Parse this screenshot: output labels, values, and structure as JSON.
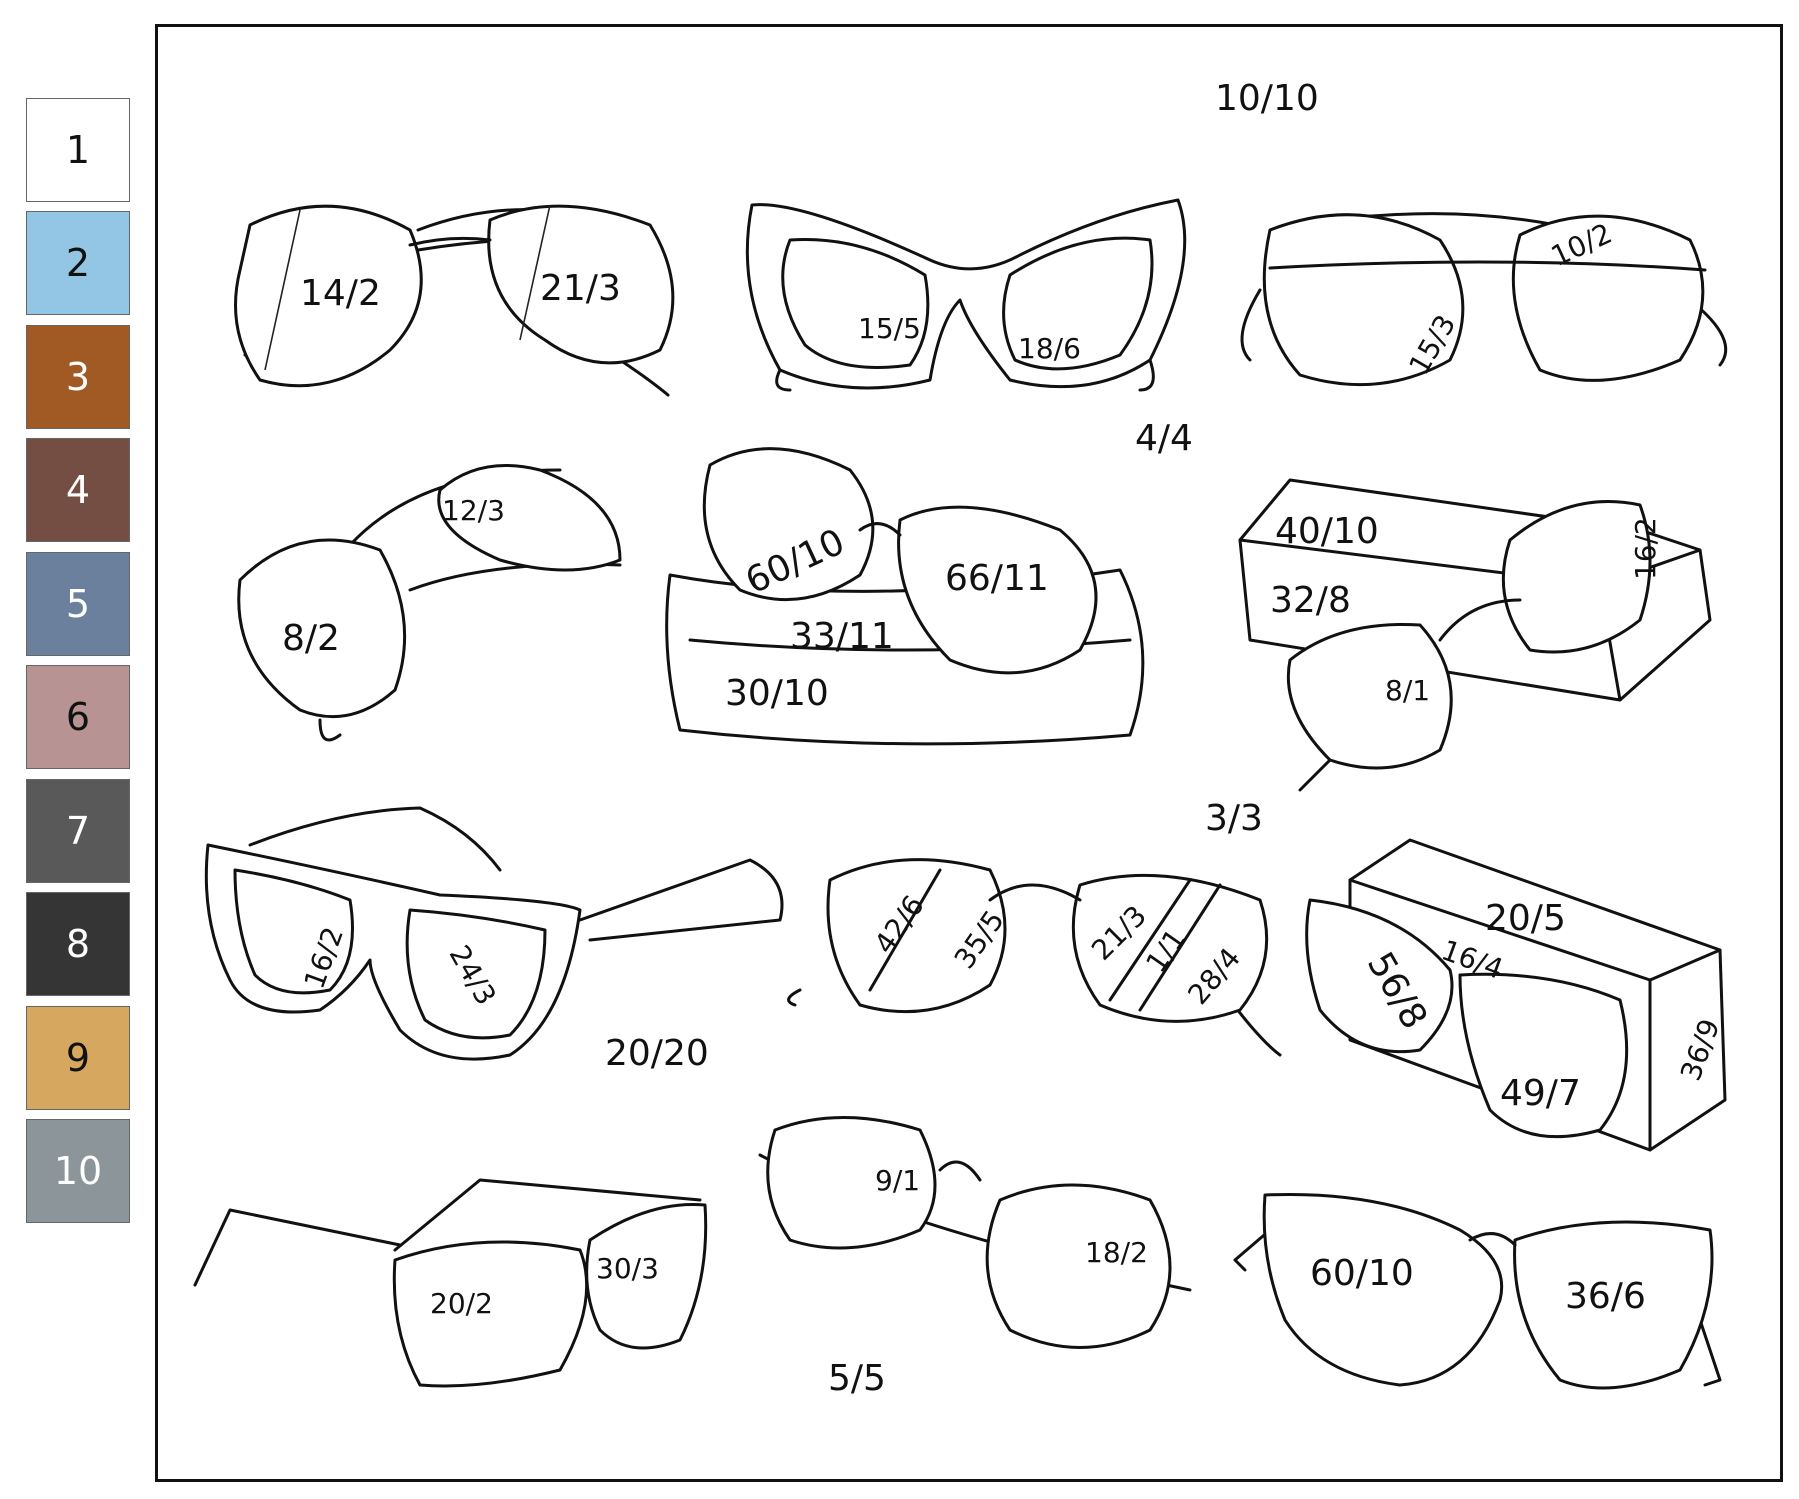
{
  "palette": [
    {
      "num": "1",
      "color": "#ffffff",
      "text": "#111111"
    },
    {
      "num": "2",
      "color": "#93c6e4",
      "text": "#111111"
    },
    {
      "num": "3",
      "color": "#a25a24",
      "text": "#ffffff"
    },
    {
      "num": "4",
      "color": "#744e42",
      "text": "#ffffff"
    },
    {
      "num": "5",
      "color": "#6a809c",
      "text": "#ffffff"
    },
    {
      "num": "6",
      "color": "#b89394",
      "text": "#111111"
    },
    {
      "num": "7",
      "color": "#595959",
      "text": "#ffffff"
    },
    {
      "num": "8",
      "color": "#353535",
      "text": "#ffffff"
    },
    {
      "num": "9",
      "color": "#d6a75f",
      "text": "#111111"
    },
    {
      "num": "10",
      "color": "#8c9599",
      "text": "#ffffff"
    }
  ],
  "regions": {
    "bg_top": "10/10",
    "bg_4_4": "4/4",
    "bg_3_3": "3/3",
    "bg_20_20": "20/20",
    "bg_5_5": "5/5",
    "aviator1_left": "14/2",
    "aviator1_right": "21/3",
    "cateye_left": "15/5",
    "cateye_right": "18/6",
    "round1_right": "10/2",
    "round1_left": "15/3",
    "folded_top": "12/3",
    "folded_bottom": "8/2",
    "pouch_lens_left": "60/10",
    "pouch_lens_right": "66/11",
    "pouch_top": "33/11",
    "pouch_front": "30/10",
    "box1_top": "40/10",
    "box1_front": "32/8",
    "box1_lens_top": "16/2",
    "box1_lens_bottom": "8/1",
    "wayfarer_left": "16/2",
    "wayfarer_right": "24/3",
    "round2_a": "42/6",
    "round2_b": "35/5",
    "round2_c": "21/3",
    "round2_d": "1/1",
    "round2_e": "28/4",
    "box2_top": "20/5",
    "box2_rim": "16/4",
    "box2_side": "36/9",
    "box2_lens_left": "56/8",
    "box2_lens_right": "49/7",
    "cat2_left": "20/2",
    "cat2_right": "30/3",
    "lennon_top": "9/1",
    "lennon_bottom": "18/2",
    "big_left": "60/10",
    "big_right": "36/6"
  }
}
